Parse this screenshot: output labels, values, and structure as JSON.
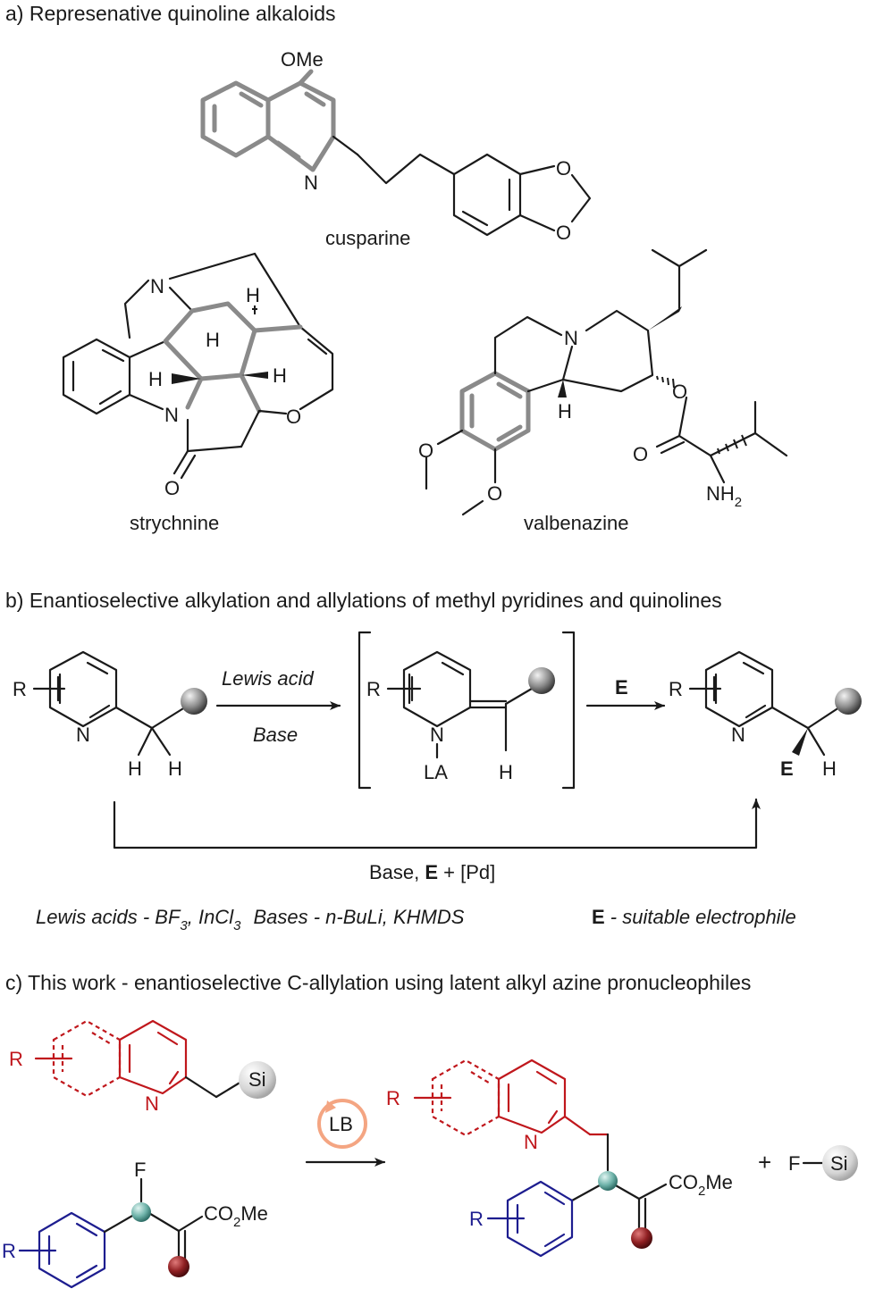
{
  "section_a": {
    "heading": "a) Represenative quinoline alkaloids",
    "cusparine": {
      "name": "cusparine",
      "ome": "OMe",
      "n": "N",
      "o1": "O",
      "o2": "O"
    },
    "strychnine": {
      "name": "strychnine",
      "n_top": "N",
      "n_amide": "N",
      "o_ring": "O",
      "o_carbonyl": "O",
      "h1": "H",
      "h2": "H",
      "h3": "H",
      "h4": "H"
    },
    "valbenazine": {
      "name": "valbenazine",
      "n": "N",
      "h": "H",
      "o_ester": "O",
      "o_carbonyl": "O",
      "o_me1": "O",
      "o_me2": "O",
      "nh2": "NH",
      "nh2_sub": "2"
    }
  },
  "section_b": {
    "heading": "b) Enantioselective alkylation and allylations of methyl pyridines and quinolines",
    "start": {
      "r": "R",
      "n": "N",
      "h1": "H",
      "h2": "H"
    },
    "arrow1_top": "Lewis acid",
    "arrow1_bottom": "Base",
    "intermediate": {
      "r": "R",
      "n": "N",
      "la": "LA",
      "h": "H"
    },
    "arrow2_label": "E",
    "product": {
      "r": "R",
      "n": "N",
      "e": "E",
      "h": "H"
    },
    "bottom_route": {
      "prefix": "Base, ",
      "e": "E",
      "suffix": " + [Pd]"
    },
    "footnote": {
      "lewis_label": "Lewis acids - BF",
      "bf_sub": "3",
      "incl": ", InCl",
      "incl_sub": "3",
      "bases": "Bases - n-BuLi, KHMDS",
      "e_bold": "E",
      "e_desc": " - suitable electrophile"
    }
  },
  "section_c": {
    "heading": "c) This work - enantioselective C-allylation using latent alkyl azine pronucleophiles",
    "azine": {
      "r": "R",
      "n": "N",
      "si": "Si"
    },
    "ester": {
      "f": "F",
      "co2me_a": "CO",
      "co2me_sub": "2",
      "co2me_b": "Me",
      "r": "R"
    },
    "catalyst": "LB",
    "product": {
      "r_top": "R",
      "n": "N",
      "co2me_a": "CO",
      "co2me_sub": "2",
      "co2me_b": "Me",
      "r_bottom": "R"
    },
    "byproduct": {
      "plus": "+",
      "f": "F",
      "si": "Si"
    }
  },
  "colors": {
    "azine_red": "#c0171c",
    "aryl_blue": "#1d1d8f",
    "gray_scaffold": "#8a8a8a",
    "teal_sphere": "#6fb3aa",
    "red_sphere": "#8f1f22"
  }
}
